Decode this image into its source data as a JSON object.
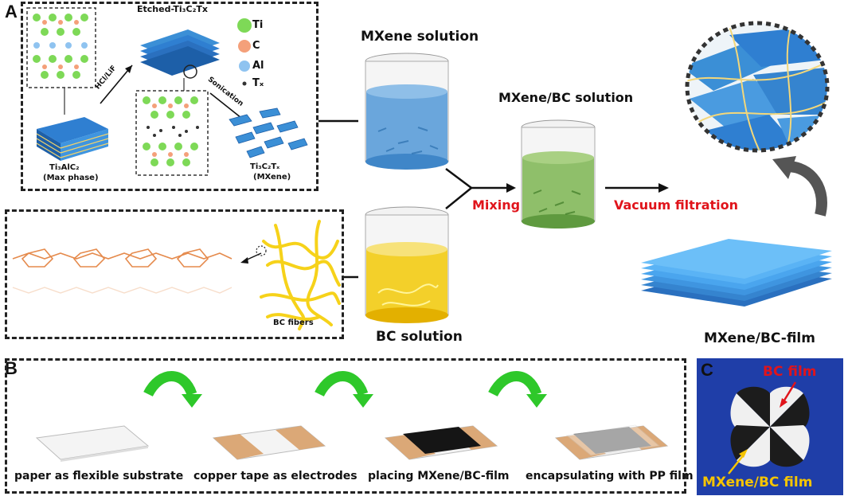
{
  "panel_a": {
    "letter": "A",
    "etched_label": "Etched-Ti₃C₂Tx",
    "hcl_label": "HCl/LiF",
    "sonication_label": "Sonication",
    "max_phase_formula": "Ti₃AlC₂",
    "max_phase_name": "(Max phase)",
    "mxene_formula": "Ti₃C₂Tₓ",
    "mxene_name": "(MXene)",
    "legend": [
      {
        "symbol": "Ti",
        "color": "#7ed957"
      },
      {
        "symbol": "C",
        "color": "#f4a07a"
      },
      {
        "symbol": "Al",
        "color": "#8fc3f0"
      },
      {
        "symbol": "Tₓ",
        "color": "#333333"
      }
    ],
    "bc_fibers_label": "BC fibers",
    "mxene_solution": "MXene  solution",
    "bc_solution": "BC  solution",
    "mixed_solution": "MXene/BC solution",
    "mixing": "Mixing",
    "vacuum_filtration": "Vacuum filtration",
    "film_label": "MXene/BC-film"
  },
  "panel_b": {
    "letter": "B",
    "steps": [
      "paper as flexible substrate",
      "copper tape as electrodes",
      "placing MXene/BC-film",
      "encapsulating with PP film"
    ]
  },
  "panel_c": {
    "letter": "C",
    "bc_film": "BC film",
    "mxene_bc_film": "MXene/BC film"
  },
  "colors": {
    "red_label": "#e0141b",
    "yellow_label": "#f5c400",
    "mxene_blue": "#3b8fd6",
    "bc_yellow": "#f6d21a",
    "mix_green": "#6fae4c",
    "green_arrow": "#2ec82a",
    "copper": "#dba877"
  }
}
